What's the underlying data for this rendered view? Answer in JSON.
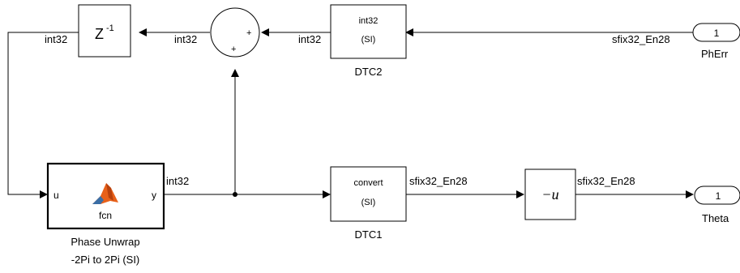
{
  "blocks": {
    "delay": {
      "label": "Z",
      "exponent": "-1"
    },
    "sum": {
      "signs": [
        "+",
        "+"
      ]
    },
    "dtc2": {
      "line1": "int32",
      "line2": "(SI)",
      "name": "DTC2"
    },
    "inport": {
      "number": "1",
      "name": "PhErr"
    },
    "fcn": {
      "in_port": "u",
      "out_port": "y",
      "body": "fcn",
      "name_line1": "Phase Unwrap",
      "name_line2": "-2Pi to 2Pi (SI)"
    },
    "dtc1": {
      "line1": "convert",
      "line2": "(SI)",
      "name": "DTC1"
    },
    "gain": {
      "label": "−u"
    },
    "outport": {
      "number": "1",
      "name": "Theta"
    }
  },
  "signals": {
    "delay_feedback": "int32",
    "delay_out": "int32",
    "dtc2_out": "int32",
    "inport_out": "sfix32_En28",
    "fcn_out": "int32",
    "dtc1_out": "sfix32_En28",
    "gain_out": "sfix32_En28"
  },
  "colors": {
    "line": "#000000",
    "background": "#ffffff",
    "matlab_logo_orange": "#e8611a",
    "matlab_logo_blue": "#3a6ea5"
  }
}
